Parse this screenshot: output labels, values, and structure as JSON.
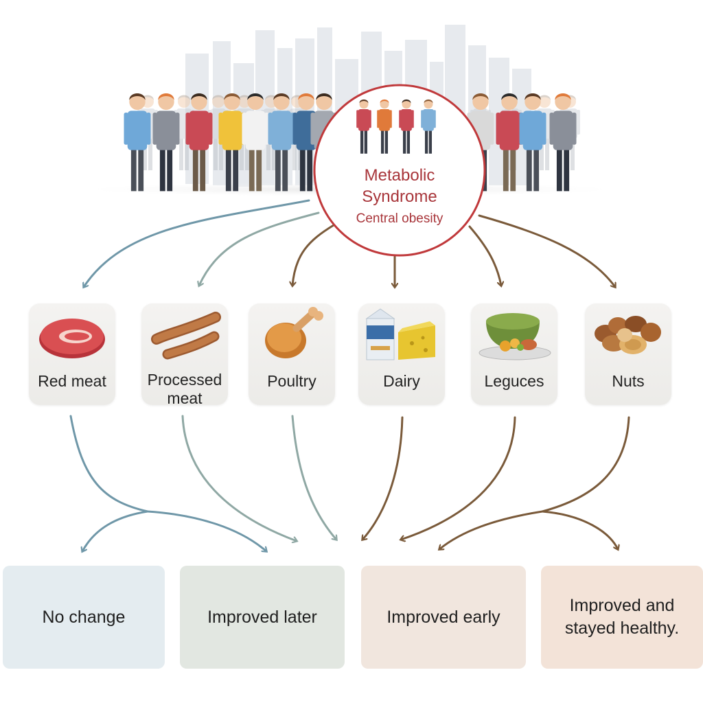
{
  "hub": {
    "title_line1": "Metabolic",
    "title_line2": "Syndrome",
    "subtitle": "Central obesity"
  },
  "foods": [
    {
      "label": "Red meat",
      "icon": "red-meat-icon"
    },
    {
      "label_line1": "Processed",
      "label_line2": "meat",
      "icon": "sausage-icon"
    },
    {
      "label": "Poultry",
      "icon": "chicken-leg-icon"
    },
    {
      "label": "Dairy",
      "icon": "milk-cheese-icon"
    },
    {
      "label": "Leguces",
      "icon": "legume-bowl-icon"
    },
    {
      "label": "Nuts",
      "icon": "nuts-icon"
    }
  ],
  "outcomes": [
    {
      "label": "No change"
    },
    {
      "label": "Improved later"
    },
    {
      "label": "Improved early"
    },
    {
      "label_line1": "Improved and",
      "label_line2": "stayed healthy."
    }
  ],
  "colors": {
    "blue_arrow": "#6f97a8",
    "grey_arrow": "#8fa8a4",
    "brown_arrow": "#7a5a3a",
    "hub_ring": "#c0393b",
    "outcome_no_change": "#e4ecf0",
    "outcome_improved_later": "#e2e7e1",
    "outcome_improved_early": "#f1e6de",
    "outcome_stayed_healthy": "#f3e3d8"
  }
}
